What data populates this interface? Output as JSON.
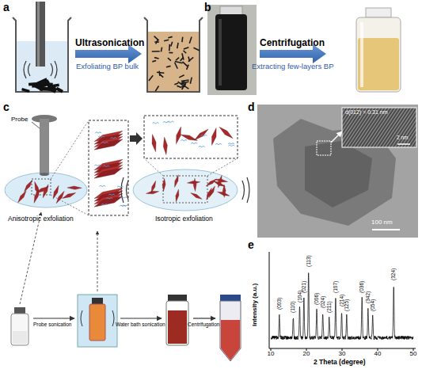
{
  "diagram": {
    "labels": [
      "a",
      "Ultrasonication",
      "Exfoliating BP bulk",
      "b",
      "Centrifugation",
      "Extracting few-layers BP",
      "c",
      "Probe",
      "Anisotropic exfoliation",
      "Isotropic exfoliation",
      "Probe sonication",
      "Water bath sonication",
      "Centrifugation",
      "d",
      "d(012) = 0.31 nm",
      "2 nm",
      "100 nm",
      "e",
      "Intensity (a.u.)",
      "2 Theta (degree)",
      "10",
      "20",
      "30",
      "40",
      "50",
      "(003)",
      "(110)",
      "(104)",
      "(021)",
      "(113)",
      "(006)",
      "(024)",
      "(211)",
      "(107)",
      "(214)",
      "(125)",
      "(036)",
      "(342)",
      "(054)",
      "(324)"
    ]
  }
}
